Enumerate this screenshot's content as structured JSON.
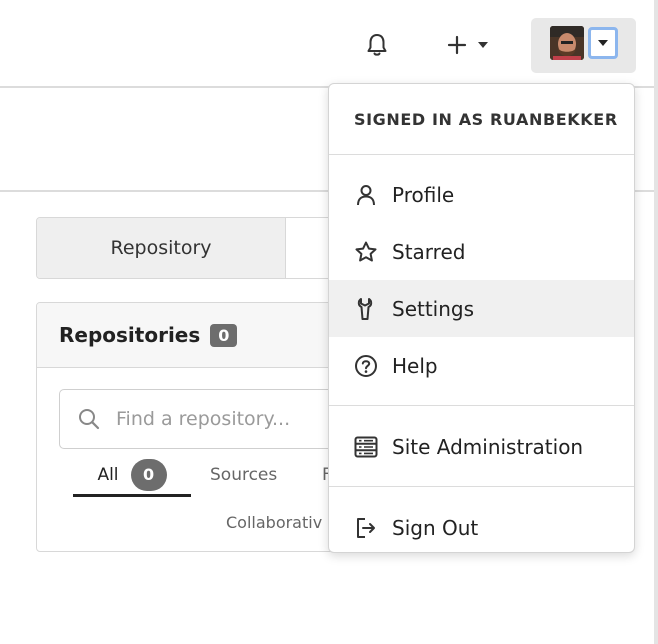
{
  "header": {
    "bell_icon": "bell-icon",
    "plus_icon": "plus-icon",
    "caret_icon": "caret-down-icon",
    "avatar": "user-avatar"
  },
  "tabs": {
    "repository_label": "Repository"
  },
  "repositories": {
    "title": "Repositories",
    "count": "0",
    "search": {
      "placeholder": "Find a repository..."
    },
    "filters": {
      "all_label": "All",
      "all_count": "0",
      "sources_label": "Sources",
      "partial_label": "F",
      "collab_label": "Collaborativ"
    }
  },
  "user_menu": {
    "header": "SIGNED IN AS RUANBEKKER",
    "items": [
      {
        "label": "Profile",
        "icon": "person-icon"
      },
      {
        "label": "Starred",
        "icon": "star-icon"
      },
      {
        "label": "Settings",
        "icon": "tools-icon"
      },
      {
        "label": "Help",
        "icon": "question-icon"
      }
    ],
    "admin": {
      "label": "Site Administration",
      "icon": "server-icon"
    },
    "signout": {
      "label": "Sign Out",
      "icon": "sign-out-icon"
    }
  },
  "colors": {
    "accent_focus": "#8cb6ee",
    "badge_bg": "#6d6d6d",
    "hover_bg": "#f0f0f0"
  }
}
